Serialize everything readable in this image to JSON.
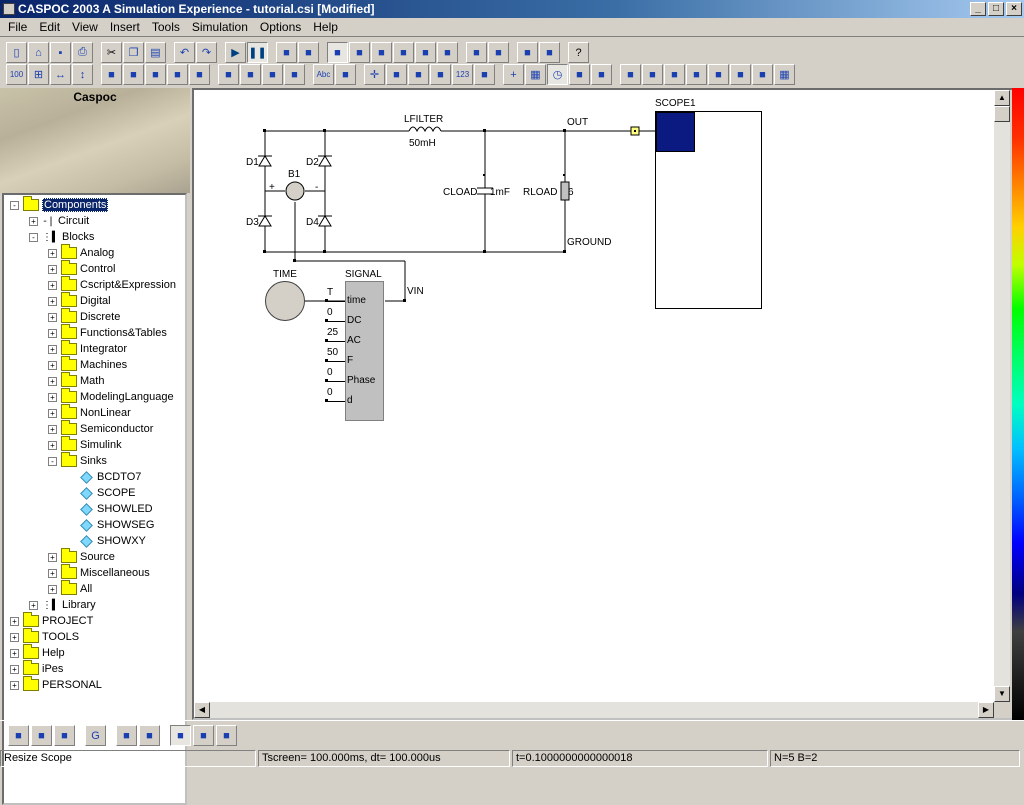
{
  "window": {
    "title": "CASPOC 2003 A Simulation Experience - tutorial.csi [Modified]"
  },
  "menu": [
    "File",
    "Edit",
    "View",
    "Insert",
    "Tools",
    "Simulation",
    "Options",
    "Help"
  ],
  "left_panel": {
    "label": "Caspoc"
  },
  "tree": {
    "components": "Components",
    "circuit": "Circuit",
    "blocks": "Blocks",
    "block_folders": [
      "Analog",
      "Control",
      "Cscript&Expression",
      "Digital",
      "Discrete",
      "Functions&Tables",
      "Integrator",
      "Machines",
      "Math",
      "ModelingLanguage",
      "NonLinear",
      "Semiconductor",
      "Simulink",
      "Sinks"
    ],
    "sinks": [
      "BCDTO7",
      "SCOPE",
      "SHOWLED",
      "SHOWSEG",
      "SHOWXY"
    ],
    "after_sinks": [
      "Source",
      "Miscellaneous",
      "All"
    ],
    "library": "Library",
    "top_folders": [
      "PROJECT",
      "TOOLS",
      "Help",
      "iPes",
      "PERSONAL"
    ]
  },
  "circuit": {
    "lfilter": "LFILTER",
    "lfilter_val": "50mH",
    "out": "OUT",
    "cload": "CLOAD",
    "cload_val": "1mF",
    "rload": "RLOAD",
    "rload_val": "6",
    "ground": "GROUND",
    "d1": "D1",
    "d2": "D2",
    "d3": "D3",
    "d4": "D4",
    "b1": "B1",
    "plus": "+",
    "minus": "-",
    "scope": "SCOPE1",
    "time": "TIME",
    "signal": "SIGNAL",
    "vin": "VIN",
    "t_label": "T",
    "signal_inputs": [
      {
        "value": "",
        "port": "time"
      },
      {
        "value": "0",
        "port": "DC"
      },
      {
        "value": "25",
        "port": "AC"
      },
      {
        "value": "50",
        "port": "F"
      },
      {
        "value": "0",
        "port": "Phase"
      },
      {
        "value": "0",
        "port": "d"
      }
    ]
  },
  "status": {
    "hint": "Resize Scope",
    "tscreen": "Tscreen= 100.000ms, dt= 100.000us",
    "t": "t=0.1000000000000018",
    "nb": "N=5 B=2"
  },
  "toolbar_icons": {
    "row1": [
      "new-icon",
      "open-icon",
      "save-icon",
      "print-icon",
      "cut-icon",
      "copy-icon",
      "paste-icon",
      "undo-icon",
      "redo-icon",
      "run-icon",
      "pause-icon",
      "wire-icon",
      "probe-icon",
      "hand-icon",
      "select-icon",
      "list-icon",
      "tree-icon",
      "align-icon",
      "import-icon",
      "export-icon",
      "properties-icon",
      "edit-icon",
      "rotate-icon",
      "help-icon"
    ],
    "row2": [
      "zoom-100-icon",
      "zoom-fit-icon",
      "zoom-width-icon",
      "zoom-height-icon",
      "node-icon",
      "resistor-icon",
      "component-icon",
      "mirror-icon",
      "ground-icon",
      "globe-icon",
      "map-icon",
      "network-icon",
      "pen-icon",
      "text-icon",
      "graph-icon",
      "cross-icon",
      "arrow-icon",
      "arrow2-icon",
      "connect-icon",
      "numbers-icon",
      "diagonal-icon",
      "crosshair-icon",
      "grid-icon",
      "clock-icon",
      "fill-icon",
      "contrast-icon",
      "stop-icon",
      "flag-icon",
      "layout-icon",
      "sort-icon",
      "chip-icon",
      "chip2-icon",
      "chip3-icon",
      "table-icon"
    ],
    "bottom": [
      "components-icon",
      "tree-view-icon",
      "chip-view-icon",
      "refresh-icon",
      "windows-icon",
      "split-icon",
      "image-icon",
      "folder-view-icon",
      "tools-icon"
    ]
  }
}
